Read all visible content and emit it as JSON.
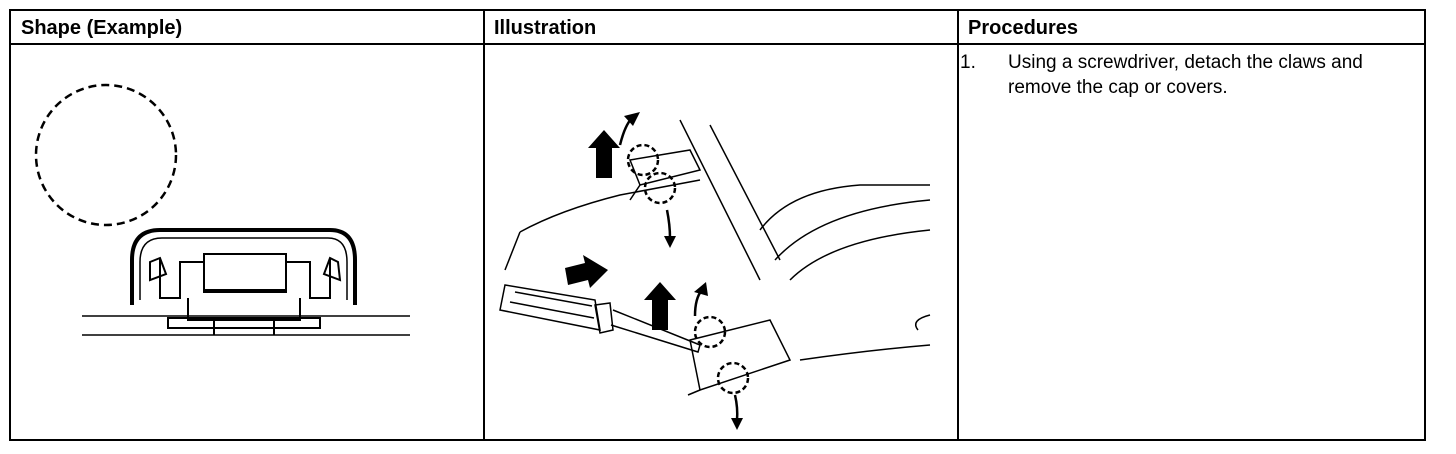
{
  "table": {
    "headers": [
      "Shape (Example)",
      "Illustration",
      "Procedures"
    ],
    "procedure": {
      "number": "1.",
      "text": "Using a screwdriver, detach the claws and remove the cap or covers."
    }
  },
  "icons": {
    "shape_example": "cap-cross-section-drawing",
    "illustration": "screwdriver-removing-cap-drawing"
  }
}
